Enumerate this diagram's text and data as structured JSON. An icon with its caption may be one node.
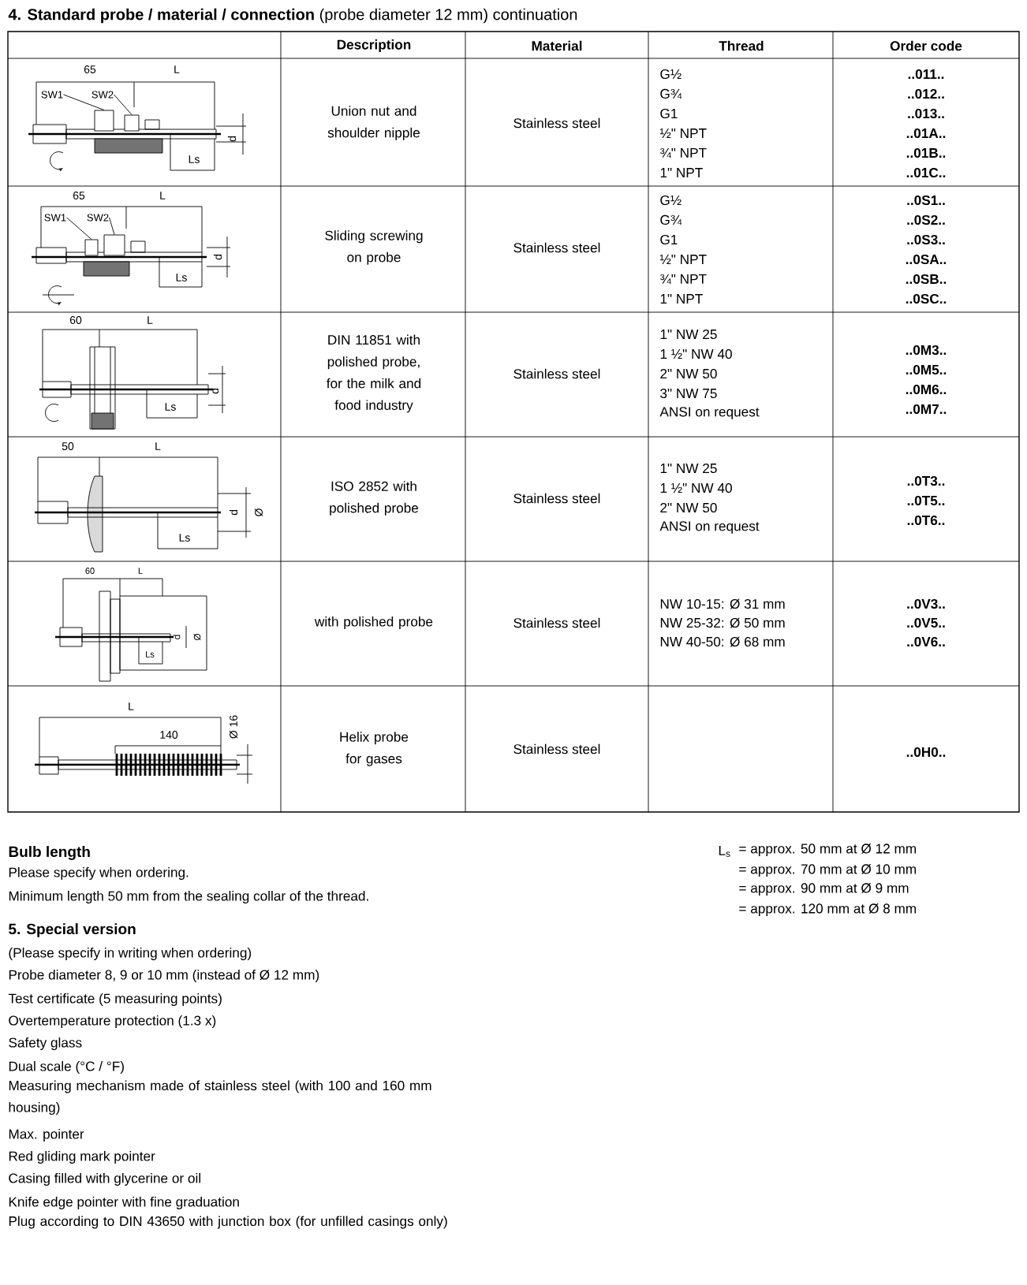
{
  "diagram": {
    "title": "**4. Standard probe / material / connection** (probe diameter 12 mm) continuation",
    "nodes": [
      {
        "text": [
          "SW1"
        ]
      },
      {
        "text": [
          "SW2"
        ]
      },
      {
        "text": [],
        "shape": "box"
      },
      {
        "text": [],
        "shape": "box"
      },
      {
        "text": [
          "SW1"
        ]
      },
      {
        "text": [
          "SW2"
        ]
      },
      {
        "text": [],
        "shape": "box"
      },
      {
        "text": [],
        "shape": "box"
      }
    ],
    "edges": [
      {
        "from": 0,
        "to": 2,
        "arrow": "none"
      },
      {
        "from": 1,
        "to": 3,
        "arrow": "none"
      },
      {
        "from": 4,
        "to": 6,
        "arrow": "none"
      },
      {
        "from": 5,
        "to": 7,
        "arrow": "none"
      }
    ],
    "labels": [
      "Description",
      "Material",
      "Thread",
      "Order code",
      "65",
      "L",
      "d",
      "Ls",
      "Union nut and shoulder nipple",
      "Stainless steel",
      "G½",
      "G¾",
      "G1",
      "½\" NPT",
      "¾\" NPT",
      "1\" NPT",
      "..011..",
      "..012..",
      "..013..",
      "..01A..",
      "..01B..",
      "..01C..",
      "65",
      "L",
      "d",
      "Ls",
      "Sliding screwing on probe",
      "Stainless steel",
      "G½",
      "G¾",
      "G1",
      "½\" NPT",
      "¾\" NPT",
      "1\" NPT",
      "..0S1..",
      "..0S2..",
      "..0S3..",
      "..0SA..",
      "..0SB..",
      "..0SC..",
      "60",
      "L",
      "d",
      "Ls",
      "DIN 11851 with polished probe, for the milk and food industry",
      "Stainless steel",
      "1\" NW 25",
      "1 ½\" NW 40",
      "2\" NW 50",
      "3\" NW 75",
      "ANSI on request",
      "..0M3..",
      "..0M5..",
      "..0M6..",
      "..0M7..",
      "50",
      "L",
      "d",
      "Ø",
      "Ls",
      "ISO 2852 with polished probe",
      "Stainless steel",
      "1\" NW 25",
      "1 ½\" NW 40",
      "2\" NW 50",
      "ANSI on request",
      "..0T3..",
      "..0T5..",
      "..0T6..",
      "60",
      "L",
      "d",
      "Ø",
      "Ls",
      "with polished probe",
      "Stainless steel",
      "NW 10-15: Ø 31 mm",
      "NW 25-32: Ø 50 mm",
      "NW 40-50: Ø 68 mm",
      "..0V3..",
      "..0V5..",
      "..0V6..",
      "L",
      "140",
      "Ø 16",
      "Helix probe for gases",
      "Stainless steel",
      "..0H0..",
      "Bulb length",
      "Please specify when ordering.",
      "Minimum length 50 mm from the sealing collar of the thread.",
      "L$_{s}$",
      "= approx. 50 mm at Ø 12 mm",
      "= approx. 70 mm at Ø 10 mm",
      "= approx. 90 mm at Ø 9 mm",
      "= approx. 120 mm at Ø 8 mm",
      "5. Special version",
      "(Please specify in writing when ordering)",
      "Probe diameter 8, 9 or 10 mm (instead of Ø 12 mm)",
      "Test certificate (5 measuring points)",
      "Overtemperature protection (1.3 x)",
      "Safety glass",
      "Dual scale (°C / °F)",
      "Measuring mechanism made of stainless steel (with 100 and 160 mm housing)",
      "Max. pointer",
      "Red gliding mark pointer",
      "Casing filled with glycerine or oil",
      "Knife edge pointer with fine graduation",
      "Plug according to DIN 43650 with junction box (for unfilled casings only)"
    ]
  }
}
